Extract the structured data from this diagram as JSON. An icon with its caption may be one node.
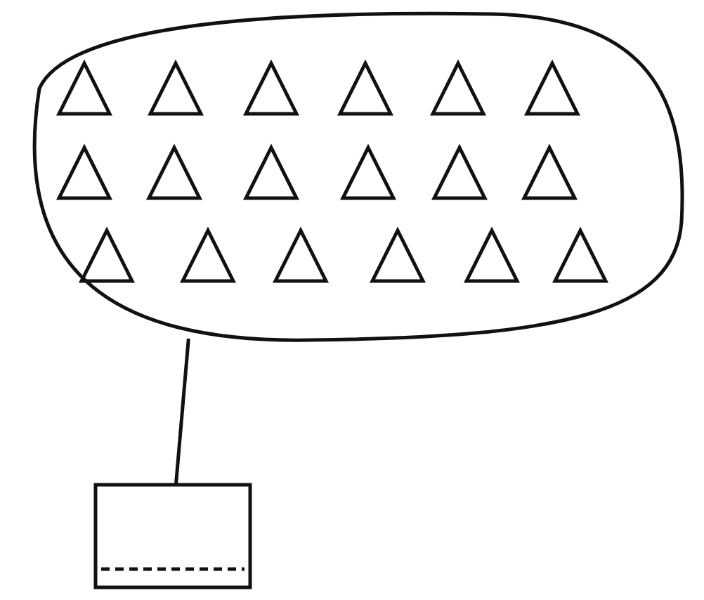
{
  "diagram": {
    "nodes": [
      {
        "text": [],
        "shape": "cloud"
      },
      {
        "text": [],
        "shape": "triangle",
        "in": 0
      },
      {
        "text": [],
        "shape": "triangle",
        "in": 0
      },
      {
        "text": [],
        "shape": "triangle",
        "in": 0
      },
      {
        "text": [],
        "shape": "triangle",
        "in": 0
      },
      {
        "text": [],
        "shape": "triangle",
        "in": 0
      },
      {
        "text": [],
        "shape": "triangle",
        "in": 0
      },
      {
        "text": [],
        "shape": "triangle",
        "in": 0
      },
      {
        "text": [],
        "shape": "triangle",
        "in": 0
      },
      {
        "text": [],
        "shape": "triangle",
        "in": 0
      },
      {
        "text": [],
        "shape": "triangle",
        "in": 0
      },
      {
        "text": [],
        "shape": "triangle",
        "in": 0
      },
      {
        "text": [],
        "shape": "triangle",
        "in": 0
      },
      {
        "text": [],
        "shape": "triangle",
        "in": 0
      },
      {
        "text": [],
        "shape": "triangle",
        "in": 0
      },
      {
        "text": [],
        "shape": "triangle",
        "in": 0
      },
      {
        "text": [],
        "shape": "triangle",
        "in": 0
      },
      {
        "text": [],
        "shape": "triangle",
        "in": 0
      },
      {
        "text": [],
        "shape": "triangle",
        "in": 0
      },
      {
        "text": [],
        "shape": "box"
      }
    ],
    "edges": [
      {
        "from": 0,
        "to": 19,
        "arrow": "none"
      }
    ]
  }
}
